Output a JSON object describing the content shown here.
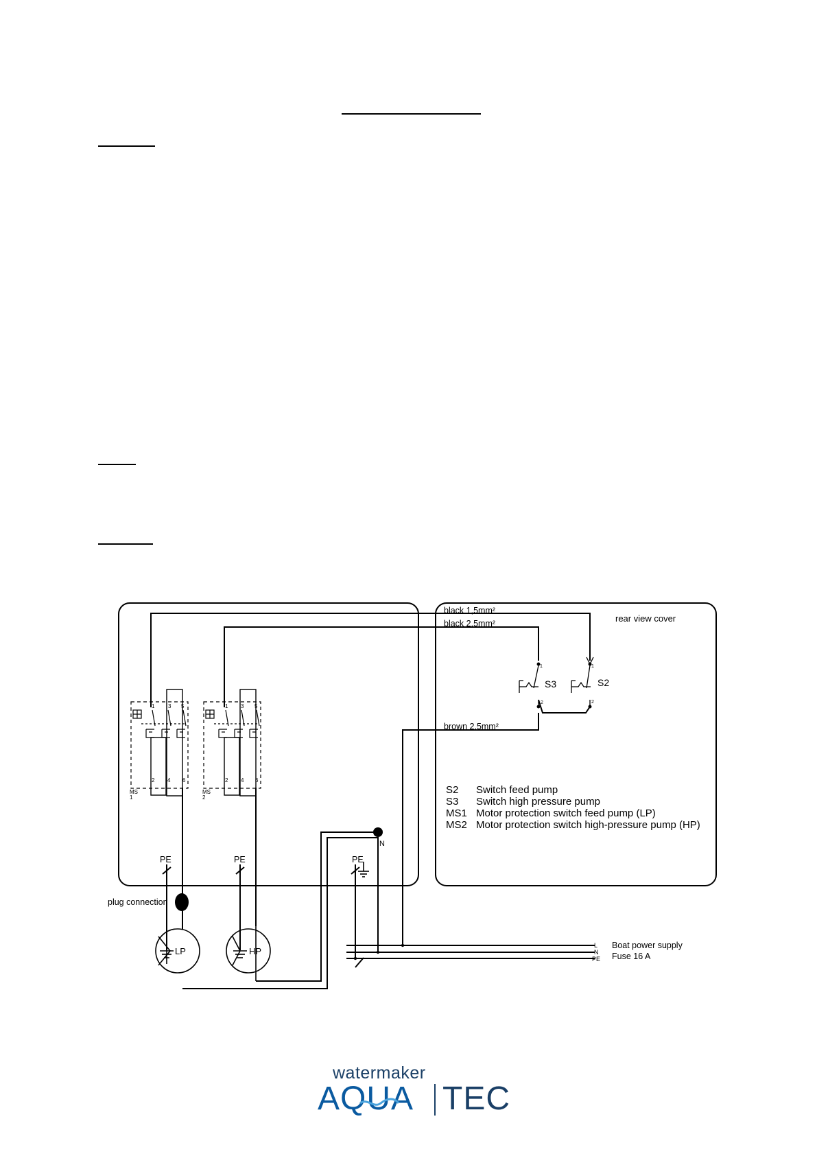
{
  "labels": {
    "wire_black_1": "black 1,5mm²",
    "wire_black_2": "black 2,5mm²",
    "wire_brown": "brown 2,5mm²",
    "rear_view": "rear view cover",
    "s3": "S3",
    "s2": "S2",
    "ms1_a": "MS",
    "ms1_b": "1",
    "ms2_a": "MS",
    "ms2_b": "2",
    "pe1": "PE",
    "pe2": "PE",
    "pe3": "PE",
    "n": "N",
    "plug": "plug connection",
    "lp": "LP",
    "hp": "HP",
    "supply_l": "L",
    "supply_n": "N",
    "supply_pe": "PE",
    "boat_power": "Boat power supply",
    "fuse": "Fuse 16 A",
    "t1": "1",
    "t2": "2",
    "t3": "3",
    "t4": "4",
    "t5": "5",
    "t6": "6",
    "sw_1": "1",
    "sw_2": "2"
  },
  "legend": [
    {
      "code": "S2",
      "desc": "Switch feed pump"
    },
    {
      "code": "S3",
      "desc": "Switch high pressure pump"
    },
    {
      "code": "MS1",
      "desc": "Motor protection switch feed pump (LP)"
    },
    {
      "code": "MS2",
      "desc": "Motor protection switch high-pressure pump (HP)"
    }
  ],
  "logo": {
    "top": "watermaker",
    "left": "AQUA",
    "right": "TEC"
  },
  "colors": {
    "logo_blue": "#0a5aa0",
    "logo_dark": "#1a3f66"
  }
}
